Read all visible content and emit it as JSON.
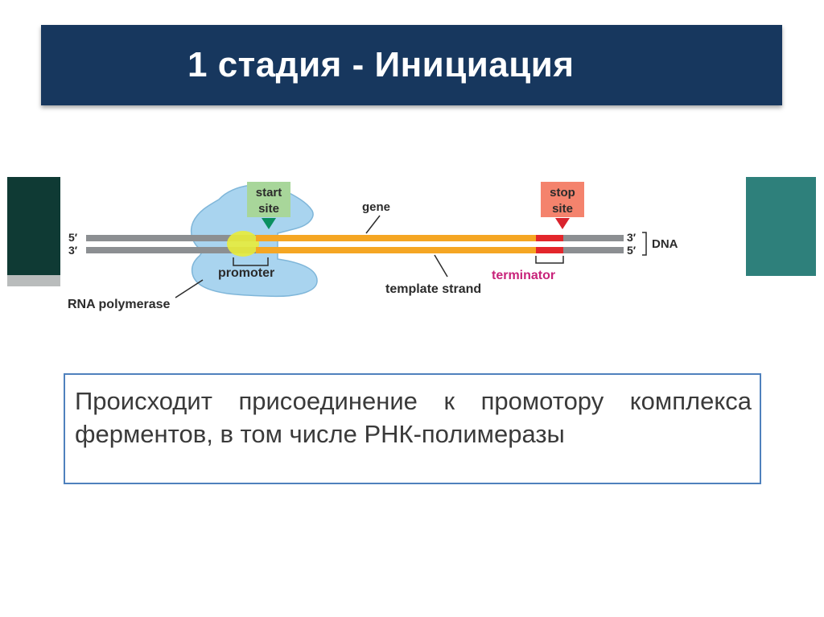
{
  "slide": {
    "title": "1 стадия - Инициация"
  },
  "diagram": {
    "start_site": [
      "start",
      "site"
    ],
    "stop_site": [
      "stop",
      "site"
    ],
    "gene": "gene",
    "template_strand": "template strand",
    "promoter": "promoter",
    "terminator": "terminator",
    "rna_polymerase": "RNA polymerase",
    "dna": "DNA",
    "top_strand_left_end": "5′",
    "bottom_strand_left_end": "3′",
    "top_strand_right_end": "3′",
    "bottom_strand_right_end": "5′",
    "colors": {
      "dna_strand": "#8c8f92",
      "gene_region": "#f5a623",
      "terminator_region": "#e3262b",
      "polymerase": "#a9d4ef",
      "promoter_highlight": "#e8ec3a",
      "start_site_box": "#a8d69a",
      "start_site_arrow": "#0a8f5f",
      "stop_site_box": "#f4836d",
      "stop_site_arrow": "#d9232d",
      "terminator_label": "#c8237a"
    }
  },
  "description": {
    "text": "Происходит присоединение к промотору комплекса ферментов, в том числе РНК-полимеразы"
  }
}
